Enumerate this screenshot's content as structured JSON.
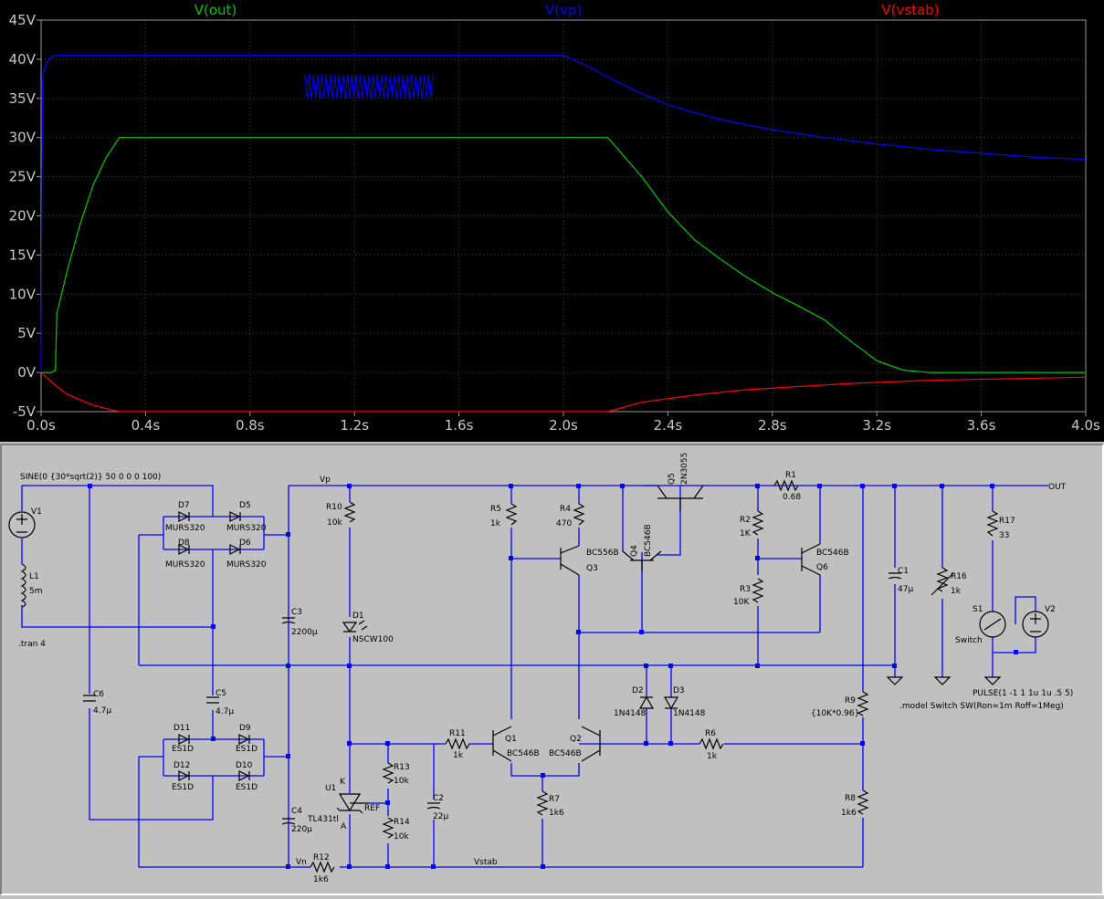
{
  "chart_data": {
    "type": "line",
    "title": "",
    "xlabel": "",
    "ylabel": "",
    "xlim": [
      0,
      4
    ],
    "ylim": [
      -5,
      45
    ],
    "x_ticks": [
      "0.0s",
      "0.4s",
      "0.8s",
      "1.2s",
      "1.6s",
      "2.0s",
      "2.4s",
      "2.8s",
      "3.2s",
      "3.6s",
      "4.0s"
    ],
    "y_ticks": [
      "-5V",
      "0V",
      "5V",
      "10V",
      "15V",
      "20V",
      "25V",
      "30V",
      "35V",
      "40V",
      "45V"
    ],
    "grid": true,
    "series": [
      {
        "name": "V(out)",
        "color": "#00c800",
        "x": [
          0,
          0.04,
          0.055,
          0.06,
          0.1,
          0.15,
          0.2,
          0.25,
          0.3,
          1.0,
          1.5,
          2.17,
          2.3,
          2.4,
          2.5,
          2.6,
          2.7,
          2.8,
          2.9,
          3.0,
          3.1,
          3.2,
          3.3,
          3.4,
          3.5,
          3.6,
          4.0
        ],
        "y": [
          0,
          0,
          0.3,
          7.5,
          13,
          19,
          24,
          27.5,
          30,
          30,
          30,
          30,
          25,
          20.5,
          17,
          14.5,
          12.2,
          10.2,
          8.5,
          6.7,
          4,
          1.5,
          0.3,
          0,
          0,
          0,
          0
        ]
      },
      {
        "name": "V(vp)",
        "color": "#0000ff",
        "x": [
          0,
          0.003,
          0.006,
          0.02,
          0.04,
          0.06,
          0.1,
          0.2,
          1.0,
          1.5,
          2.0,
          2.1,
          2.2,
          2.3,
          2.4,
          2.5,
          2.6,
          2.8,
          3.0,
          3.2,
          3.4,
          3.6,
          3.8,
          4.0
        ],
        "y": [
          0,
          25,
          38,
          39.5,
          40.3,
          40.5,
          40.5,
          40.5,
          40.5,
          40.5,
          40.5,
          39,
          37.2,
          35.6,
          34.2,
          33.2,
          32.3,
          31,
          30,
          29.2,
          28.5,
          28,
          27.5,
          27.2
        ]
      },
      {
        "name": "V(vstab)",
        "color": "#ff0000",
        "x": [
          0,
          0.05,
          0.1,
          0.2,
          0.3,
          2.17,
          2.3,
          2.5,
          2.7,
          2.9,
          3.1,
          3.4,
          3.7,
          4.0
        ],
        "y": [
          0,
          -1.5,
          -2.8,
          -4.2,
          -5,
          -5,
          -3.8,
          -2.9,
          -2.2,
          -1.8,
          -1.4,
          -1.0,
          -0.8,
          -0.6
        ]
      }
    ],
    "oscillation": {
      "x_start": 1.01,
      "x_end": 1.5,
      "y_low": 35,
      "y_high": 38,
      "series": "V(vp)"
    }
  },
  "schematic": {
    "source_v1": {
      "name": "V1",
      "value": "SINE(0 {30*sqrt(2)} 50 0 0 0 100)"
    },
    "tran": ".tran 4",
    "components": {
      "L1": {
        "name": "L1",
        "value": "5m"
      },
      "D7": {
        "name": "D7",
        "value": "MURS320"
      },
      "D5": {
        "name": "D5",
        "value": "MURS320"
      },
      "D8": {
        "name": "D8",
        "value": "MURS320"
      },
      "D6": {
        "name": "D6",
        "value": "MURS320"
      },
      "C6": {
        "name": "C6",
        "value": "4.7µ"
      },
      "C5": {
        "name": "C5",
        "value": "4.7µ"
      },
      "D11": {
        "name": "D11",
        "value": "ES1D"
      },
      "D9": {
        "name": "D9",
        "value": "ES1D"
      },
      "D12": {
        "name": "D12",
        "value": "ES1D"
      },
      "D10": {
        "name": "D10",
        "value": "ES1D"
      },
      "C3": {
        "name": "C3",
        "value": "2200µ"
      },
      "C4": {
        "name": "C4",
        "value": "220µ"
      },
      "R10": {
        "name": "R10",
        "value": "10k"
      },
      "D1": {
        "name": "D1",
        "value": "NSCW100"
      },
      "U1": {
        "name": "U1",
        "value": "TL431tl"
      },
      "R13": {
        "name": "R13",
        "value": "10k"
      },
      "R14": {
        "name": "R14",
        "value": "10k"
      },
      "C2": {
        "name": "C2",
        "value": "22µ"
      },
      "R11": {
        "name": "R11",
        "value": "1k"
      },
      "R12": {
        "name": "R12",
        "value": "1k6"
      },
      "R5": {
        "name": "R5",
        "value": "1k"
      },
      "R4": {
        "name": "R4",
        "value": "470"
      },
      "Q3": {
        "name": "Q3",
        "value": "BC556B"
      },
      "Q4": {
        "name": "Q4",
        "value": "BC546B"
      },
      "Q5": {
        "name": "Q5",
        "value": "2N3055"
      },
      "Q1": {
        "name": "Q1",
        "value": "BC546B"
      },
      "Q2": {
        "name": "Q2",
        "value": "BC546B"
      },
      "R7": {
        "name": "R7",
        "value": "1k6"
      },
      "D2": {
        "name": "D2",
        "value": "1N4148"
      },
      "D3": {
        "name": "D3",
        "value": "1N4148"
      },
      "R6": {
        "name": "R6",
        "value": "1k"
      },
      "R1": {
        "name": "R1",
        "value": "0.68"
      },
      "R2": {
        "name": "R2",
        "value": "1K"
      },
      "R3": {
        "name": "R3",
        "value": "10K"
      },
      "Q6": {
        "name": "Q6",
        "value": "BC546B"
      },
      "C1": {
        "name": "C1",
        "value": "47µ"
      },
      "R16": {
        "name": "R16",
        "value": "1k"
      },
      "R17": {
        "name": "R17",
        "value": "33"
      },
      "S1": {
        "name": "S1",
        "value": "Switch"
      },
      "V2": {
        "name": "V2",
        "value": "PULSE(1 -1 1 1u 1u .5 5)"
      },
      "R9": {
        "name": "R9",
        "value": "{10K*0.96}"
      },
      "R8": {
        "name": "R8",
        "value": "1k6"
      }
    },
    "nets": {
      "vp": "Vp",
      "vn": "Vn",
      "vstab": "Vstab",
      "out": "OUT"
    },
    "pins": {
      "k": "K",
      "a": "A",
      "ref": "REF"
    },
    "model": ".model Switch SW(Ron=1m Roff=1Meg)",
    "wire_color": "#0000ff",
    "background": "#c0c0c0"
  }
}
